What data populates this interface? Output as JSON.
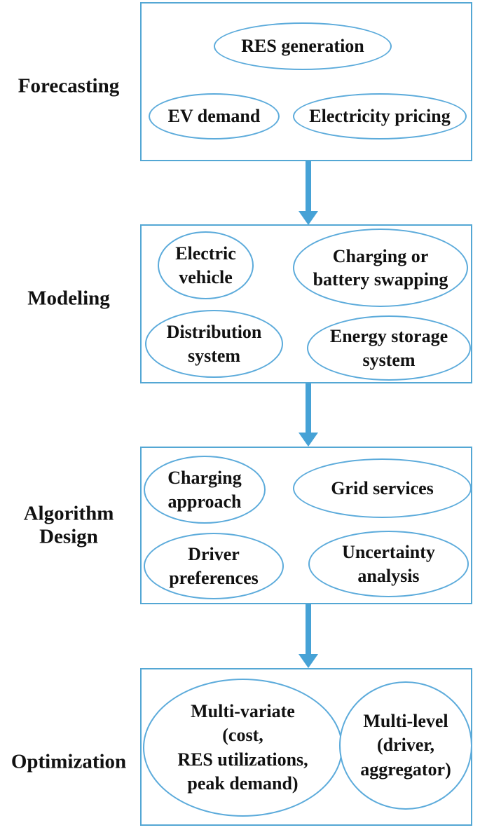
{
  "stages": [
    {
      "label": "Forecasting",
      "items": [
        "RES generation",
        "EV demand",
        "Electricity pricing"
      ]
    },
    {
      "label": "Modeling",
      "items": [
        "Electric\nvehicle",
        "Charging or\nbattery swapping",
        "Distribution\nsystem",
        "Energy storage\nsystem"
      ]
    },
    {
      "label": "Algorithm\nDesign",
      "items": [
        "Charging\napproach",
        "Grid services",
        "Driver\npreferences",
        "Uncertainty\nanalysis"
      ]
    },
    {
      "label": "Optimization",
      "items": [
        "Multi-variate\n(cost,\nRES utilizations,\npeak demand)",
        "Multi-level\n(driver,\naggregator)"
      ]
    }
  ],
  "colors": {
    "box_border": "#54a7d4",
    "ellipse_border": "#5cabdb",
    "arrow": "#46a2d6",
    "text": "#111111",
    "bg": "#ffffff"
  }
}
